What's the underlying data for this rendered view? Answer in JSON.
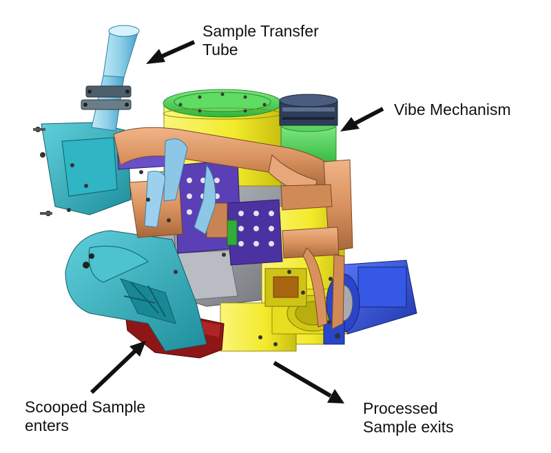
{
  "labels": {
    "sample_transfer_tube": {
      "line1": "Sample Transfer",
      "line2": "Tube"
    },
    "vibe_mechanism": {
      "line1": "Vibe Mechanism"
    },
    "scooped_sample_enters": {
      "line1": "Scooped Sample",
      "line2": "enters"
    },
    "processed_sample_exits": {
      "line1": "Processed",
      "line2": "Sample exits"
    }
  },
  "colors": {
    "background": "#ffffff",
    "text": "#111111",
    "arrow": "#111111",
    "tube_blue": "#8ecfe8",
    "teal_frame": "#2aa7b6",
    "copper": "#d9925f",
    "yellow_body": "#f2ea2a",
    "green_top": "#3fcf4a",
    "purple_plate": "#5a3fb5",
    "motor_blue": "#2f4fd8",
    "red_scoop": "#8e1616",
    "gray_housing": "#8c8f95",
    "vibe_dark": "#2e3e58"
  }
}
